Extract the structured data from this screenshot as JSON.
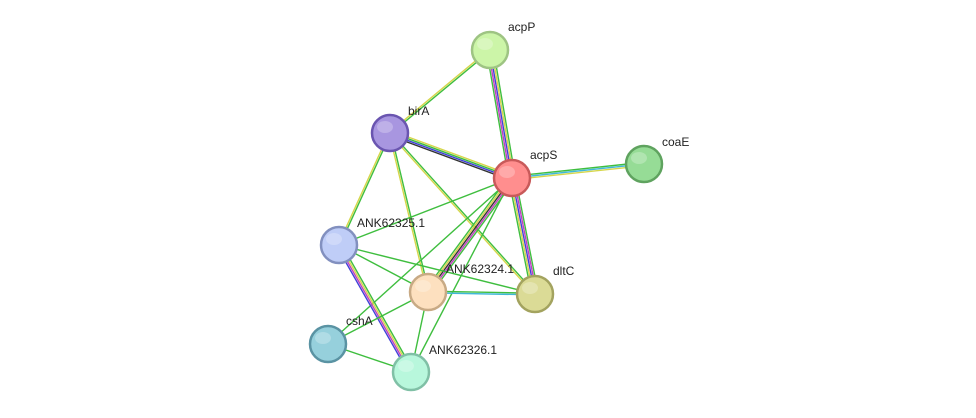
{
  "nodes": [
    {
      "id": "acpP",
      "label": "acpP",
      "color": "#ccf5a8",
      "stroke": "#9ec483"
    },
    {
      "id": "birA",
      "label": "birA",
      "color": "#a896e0",
      "stroke": "#6a55b0"
    },
    {
      "id": "acpS",
      "label": "acpS",
      "color": "#ff8e8e",
      "stroke": "#c85a5a"
    },
    {
      "id": "coaE",
      "label": "coaE",
      "color": "#96dc96",
      "stroke": "#5fa35f"
    },
    {
      "id": "ANK62325.1",
      "label": "ANK62325.1",
      "color": "#bfcdf7",
      "stroke": "#8290bf"
    },
    {
      "id": "ANK62324.1",
      "label": "ANK62324.1",
      "color": "#fde0bf",
      "stroke": "#c8aa85"
    },
    {
      "id": "dltC",
      "label": "dltC",
      "color": "#dbdb96",
      "stroke": "#a3a35f"
    },
    {
      "id": "cshA",
      "label": "cshA",
      "color": "#96d0dc",
      "stroke": "#5a93a3"
    },
    {
      "id": "ANK62326.1",
      "label": "ANK62326.1",
      "color": "#b8f7dc",
      "stroke": "#80c0a6"
    }
  ],
  "edges": [
    {
      "source": "acpP",
      "target": "acpS",
      "colors": [
        "#3fbe3f",
        "#d6d64a",
        "#4040d8",
        "#c040c0",
        "#3fbe3f"
      ]
    },
    {
      "source": "acpP",
      "target": "birA",
      "colors": [
        "#3fbe3f",
        "#d6d64a"
      ]
    },
    {
      "source": "birA",
      "target": "acpS",
      "colors": [
        "#d6d64a",
        "#3fbe3f",
        "#4040d8",
        "#333333"
      ]
    },
    {
      "source": "birA",
      "target": "ANK62325.1",
      "colors": [
        "#3fbe3f",
        "#d6d64a"
      ]
    },
    {
      "source": "birA",
      "target": "ANK62324.1",
      "colors": [
        "#3fbe3f",
        "#d6d64a"
      ]
    },
    {
      "source": "birA",
      "target": "dltC",
      "colors": [
        "#3fbe3f",
        "#d6d64a"
      ]
    },
    {
      "source": "acpS",
      "target": "coaE",
      "colors": [
        "#3fbe3f",
        "#40b8d8",
        "#d6d64a"
      ]
    },
    {
      "source": "acpS",
      "target": "dltC",
      "colors": [
        "#3fbe3f",
        "#c040c0",
        "#4040d8",
        "#d6d64a",
        "#3fbe3f"
      ]
    },
    {
      "source": "acpS",
      "target": "ANK62324.1",
      "colors": [
        "#3fbe3f",
        "#c040c0",
        "#333333",
        "#d6d64a",
        "#3fbe3f"
      ]
    },
    {
      "source": "acpS",
      "target": "ANK62325.1",
      "colors": [
        "#3fbe3f"
      ]
    },
    {
      "source": "acpS",
      "target": "cshA",
      "colors": [
        "#3fbe3f"
      ]
    },
    {
      "source": "acpS",
      "target": "ANK62326.1",
      "colors": [
        "#3fbe3f"
      ]
    },
    {
      "source": "ANK62325.1",
      "target": "ANK62326.1",
      "colors": [
        "#3fbe3f",
        "#d6d64a",
        "#c040c0",
        "#4040d8"
      ]
    },
    {
      "source": "ANK62325.1",
      "target": "ANK62324.1",
      "colors": [
        "#3fbe3f"
      ]
    },
    {
      "source": "ANK62324.1",
      "target": "dltC",
      "colors": [
        "#3fbe3f",
        "#40b8d8"
      ]
    },
    {
      "source": "ANK62324.1",
      "target": "ANK62326.1",
      "colors": [
        "#3fbe3f"
      ]
    },
    {
      "source": "ANK62324.1",
      "target": "cshA",
      "colors": [
        "#3fbe3f"
      ]
    },
    {
      "source": "ANK62325.1",
      "target": "dltC",
      "colors": [
        "#3fbe3f"
      ]
    },
    {
      "source": "cshA",
      "target": "ANK62326.1",
      "colors": [
        "#3fbe3f"
      ]
    }
  ]
}
